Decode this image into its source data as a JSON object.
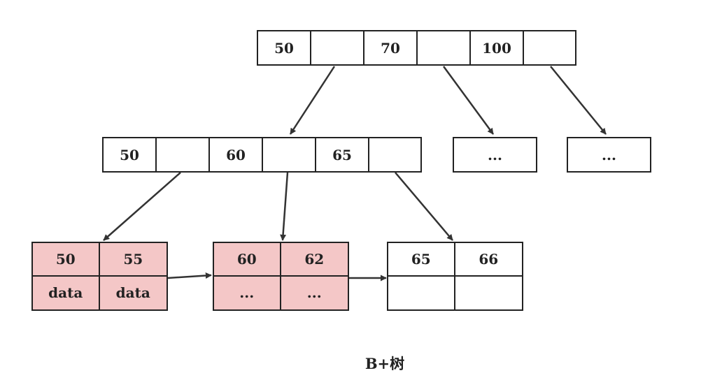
{
  "root": {
    "keys": [
      "50",
      "",
      "70",
      "",
      "100",
      ""
    ]
  },
  "level2": {
    "main": {
      "keys": [
        "50",
        "",
        "60",
        "",
        "65",
        ""
      ]
    },
    "ellipsis_a": "...",
    "ellipsis_b": "..."
  },
  "leaves": [
    {
      "keys": [
        "50",
        "55"
      ],
      "values": [
        "data",
        "data"
      ]
    },
    {
      "keys": [
        "60",
        "62"
      ],
      "values": [
        "...",
        "..."
      ]
    },
    {
      "keys": [
        "65",
        "66"
      ],
      "values": [
        "",
        ""
      ]
    }
  ],
  "caption": "B+树",
  "colors": {
    "leaf_fill": "#f4c7c7",
    "line": "#333333"
  }
}
